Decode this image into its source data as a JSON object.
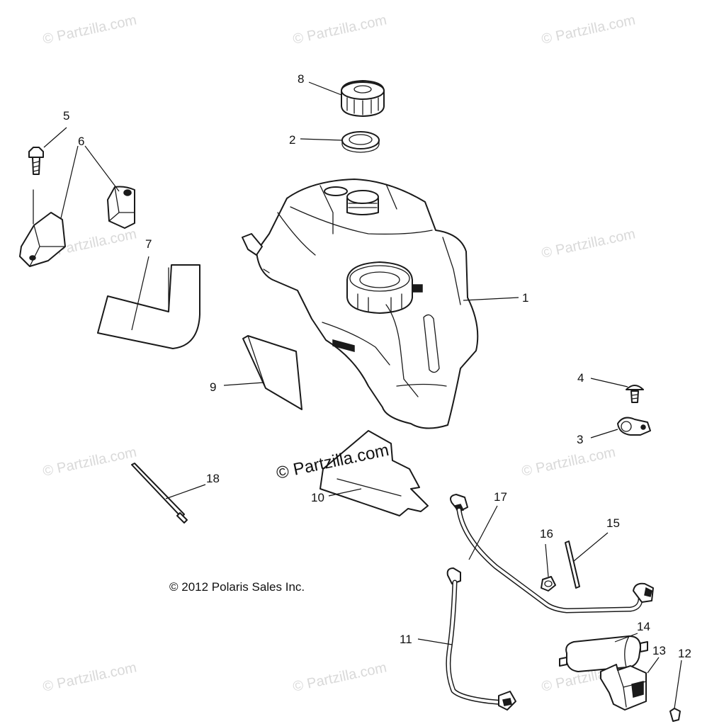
{
  "watermark": "© Partzilla.com",
  "brand_watermark": "© Partzilla.com",
  "copyright": "© 2012 Polaris Sales Inc.",
  "callouts": {
    "c1": "1",
    "c2": "2",
    "c3": "3",
    "c4": "4",
    "c5": "5",
    "c6": "6",
    "c7": "7",
    "c8": "8",
    "c9": "9",
    "c10": "10",
    "c11": "11",
    "c12": "12",
    "c13": "13",
    "c14": "14",
    "c15": "15",
    "c16": "16",
    "c17": "17",
    "c18": "18"
  }
}
